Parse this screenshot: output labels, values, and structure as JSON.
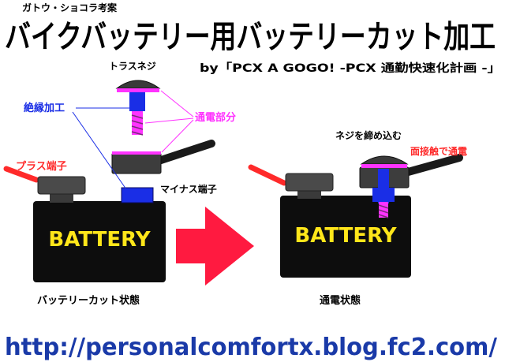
{
  "header": {
    "credit": "ガトウ・ショコラ考案",
    "title": "バイクバッテリー用バッテリーカット加工",
    "byline": "by「PCX A GOGO! -PCX 通勤快速化計画 -」"
  },
  "labels": {
    "screw": "トラスネジ",
    "insulation": "絶縁加工",
    "conduction_parts": "通電部分",
    "plus_terminal": "プラス端子",
    "minus_terminal": "マイナス端子",
    "tighten_screw": "ネジを締め込む",
    "surface_contact": "面接触で通電",
    "battery_left": "BATTERY",
    "battery_right": "BATTERY",
    "state_cut": "バッテリーカット状態",
    "state_on": "通電状態"
  },
  "footer": {
    "url": "http://personalcomfortx.blog.fc2.com/"
  },
  "colors": {
    "url_blue": "#1a3aa8",
    "insulation_blue": "#1a2ee6",
    "magenta": "#ff33ff",
    "arrow_red": "#ff1a40",
    "plus_red": "#ff2a2a",
    "battery_text_yellow": "#ffe61a",
    "battery_body": "#0d0d0d",
    "cap_gray": "#4a4a4a"
  }
}
